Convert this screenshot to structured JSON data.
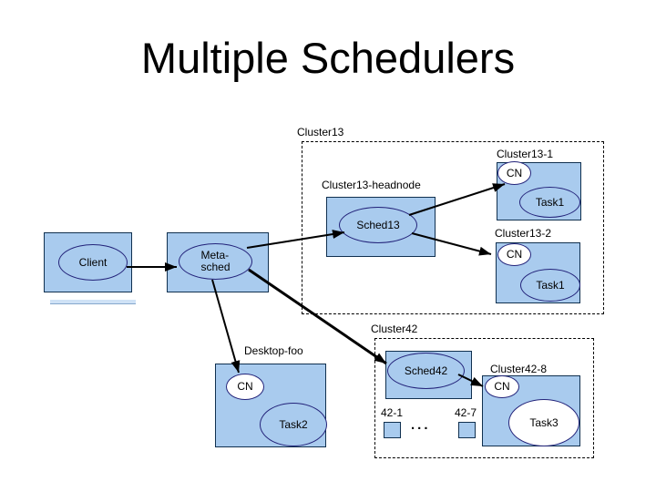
{
  "slide": {
    "title": "Multiple Schedulers"
  },
  "colors": {
    "node_fill": "#A9CBEE",
    "node_border": "#10304F",
    "ellipse_stroke": "#23237A",
    "cn_fill": "#FFFFFF",
    "cluster_dash": "#000000",
    "arrow": "#000000",
    "text": "#000000",
    "background": "#FFFFFF"
  },
  "client": {
    "label": "Client"
  },
  "metasched": {
    "line1": "Meta-",
    "line2": "sched"
  },
  "cluster13": {
    "label": "Cluster13",
    "headnode": {
      "label": "Cluster13-headnode",
      "scheduler": "Sched13"
    },
    "node1": {
      "label": "Cluster13-1",
      "cn": "CN",
      "task": "Task1"
    },
    "node2": {
      "label": "Cluster13-2",
      "cn": "CN",
      "task": "Task1"
    }
  },
  "desktop": {
    "label": "Desktop-foo",
    "cn": "CN",
    "task": "Task2"
  },
  "cluster42": {
    "label": "Cluster42",
    "scheduler": "Sched42",
    "first_node": "42-1",
    "last_node": "42-7",
    "ellipsis": "...",
    "node8": {
      "label": "Cluster42-8",
      "cn": "CN",
      "task": "Task3"
    }
  }
}
